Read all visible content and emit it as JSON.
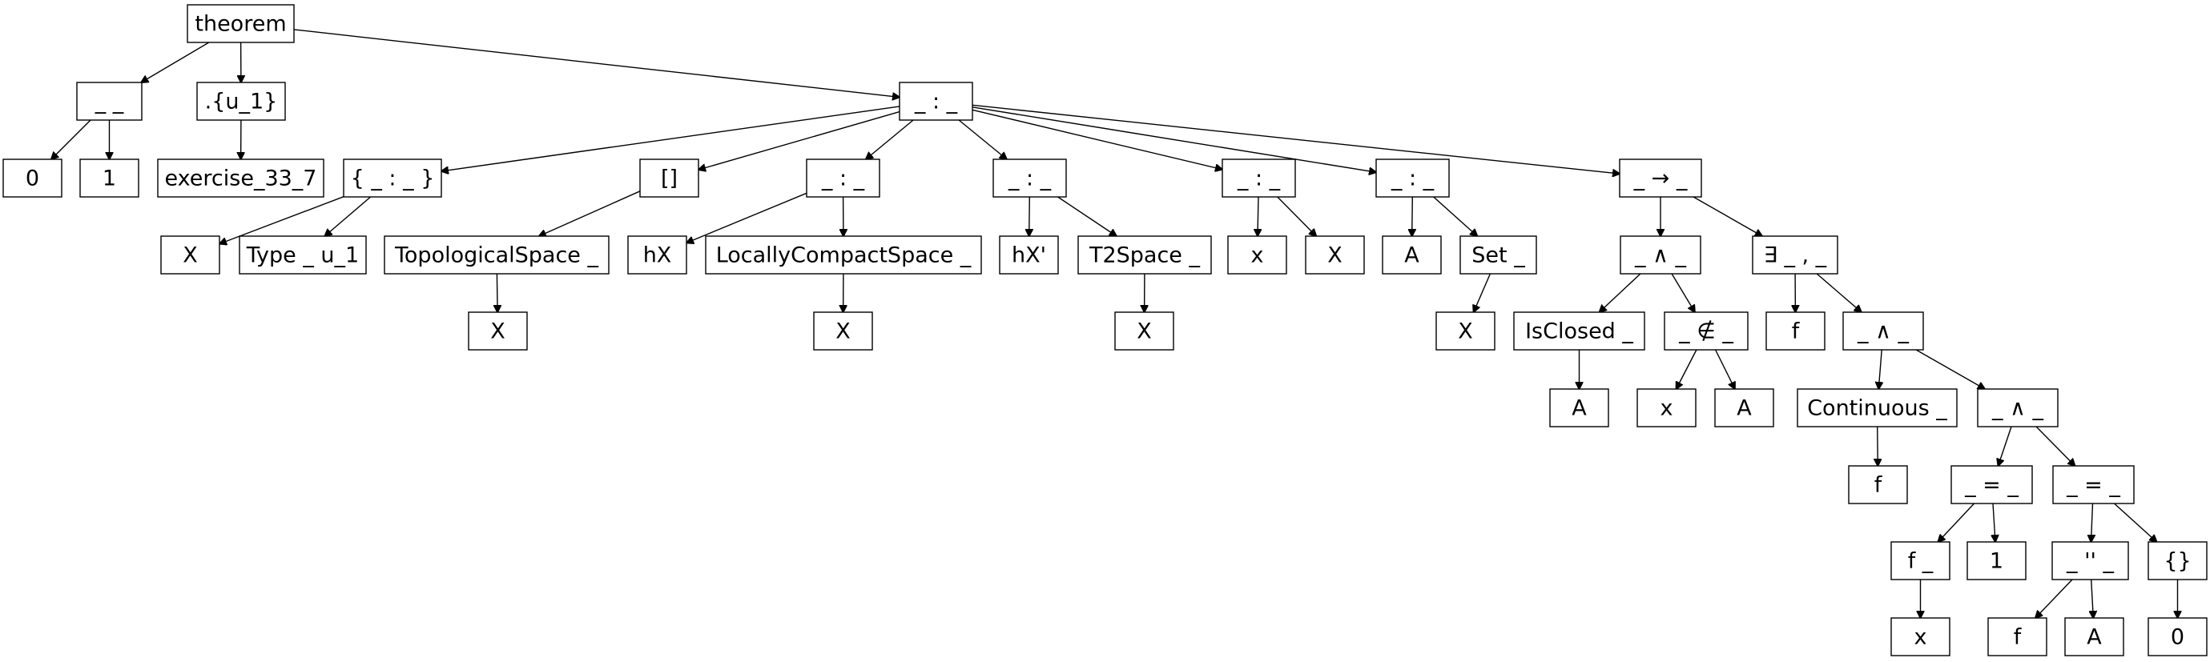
{
  "nodes": {
    "theorem": "theorem",
    "apply01": "_ _",
    "zero_a": "0",
    "one_a": "1",
    "univ": ".{u_1}",
    "exercise": "exercise_33_7",
    "colon_main": "_ : _",
    "binder_set": "{ _ : _ }",
    "x_type": "X",
    "type_u1": "Type _ u_1",
    "inst": "[]",
    "topspace": "TopologicalSpace _",
    "x_top": "X",
    "colon_hx": "_ : _",
    "hx": "hX",
    "lcs": "LocallyCompactSpace _",
    "x_lcs": "X",
    "colon_hxp": "_ : _",
    "hxp": "hX'",
    "t2": "T2Space _",
    "x_t2": "X",
    "colon_x": "_ : _",
    "x_var": "x",
    "x_of_x": "X",
    "colon_a": "_ : _",
    "a_var": "A",
    "set": "Set _",
    "x_set": "X",
    "imp": "_ → _",
    "and1": "_ ∧ _",
    "isclosed": "IsClosed _",
    "a_closed": "A",
    "notin": "_ ∉ _",
    "x_notin": "x",
    "a_notin": "A",
    "exists": "∃ _ , _",
    "f_var": "f",
    "and2": "_ ∧ _",
    "continuous": "Continuous _",
    "f_cont": "f",
    "and3": "_ ∧ _",
    "eq1": "_ = _",
    "fapp": "f _",
    "x_f": "x",
    "one_b": "1",
    "eq2": "_ = _",
    "image": "_ '' _",
    "f_img": "f",
    "a_img": "A",
    "empty": "{}",
    "zero_b": "0"
  }
}
